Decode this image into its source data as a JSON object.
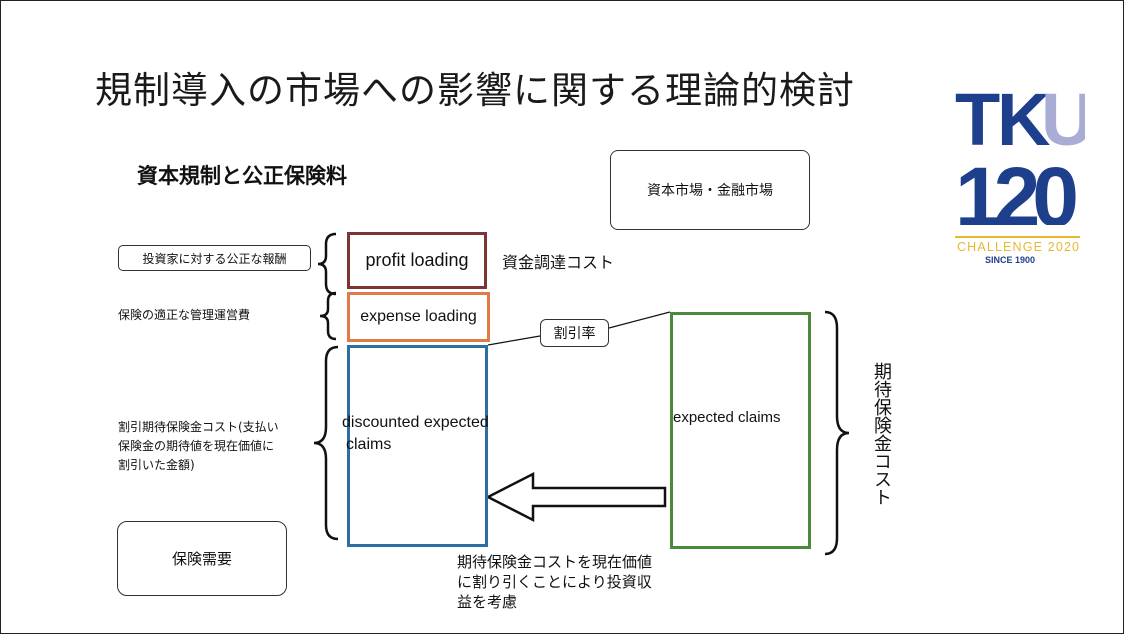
{
  "slide": {
    "title": "規制導入の市場への影響に関する理論的検討"
  },
  "logo": {
    "letters": [
      "T",
      "K",
      "U"
    ],
    "number": "120",
    "tagline": "CHALLENGE 2020",
    "since": "SINCE 1900",
    "colors": {
      "navy": "#1e3f8c",
      "light": "#a9add4",
      "gold": "#e8b830"
    }
  },
  "diagram": {
    "heading": "資本規制と公正保険料",
    "market_box": "資本市場・金融市場",
    "left_labels": {
      "investor": "投資家に対する公正な報酬",
      "admin": "保険の適正な管理運営費",
      "discount_lines": [
        "割引期待保険金コスト(支払い",
        "保険金の期待値を現在価値に",
        "割引いた金額)"
      ]
    },
    "boxes": {
      "profit": "profit loading",
      "expense": "expense loading",
      "discounted_lines": [
        "discounted expected",
        "claims"
      ],
      "expected": "expected claims"
    },
    "funding_cost": "資金調達コスト",
    "discount_rate": "割引率",
    "vertical_label": "期待保険金コスト",
    "demand_box": "保険需要",
    "note_lines": [
      "期待保険金コストを現在価値",
      "に割り引くことにより投資収",
      "益を考慮"
    ],
    "colors": {
      "profit": "#7f3434",
      "expense": "#e07b48",
      "discounted": "#2d6fa3",
      "expected": "#4a8a3a"
    }
  }
}
